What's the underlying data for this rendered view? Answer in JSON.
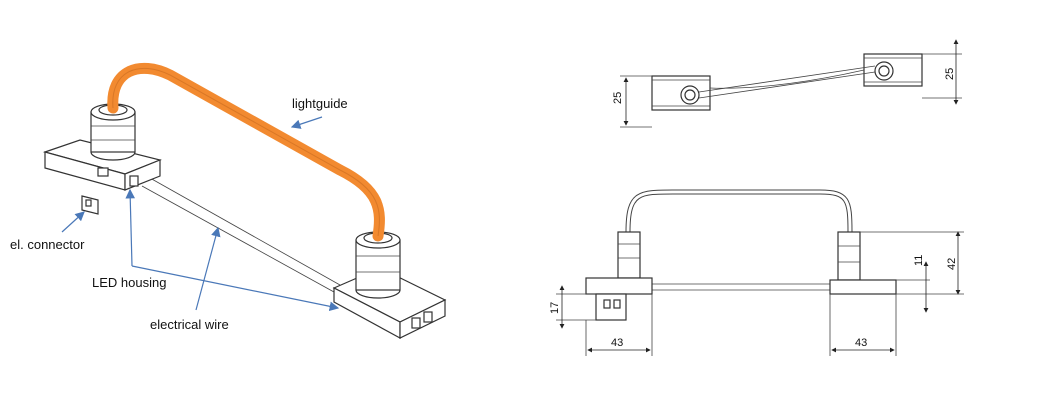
{
  "labels": {
    "lightguide": "lightguide",
    "connector": "el. connector",
    "led_housing": "LED housing",
    "wire": "electrical wire"
  },
  "dimensions": {
    "top_left_height": "25",
    "top_right_height": "25",
    "side_left_height": "17",
    "side_right_small": "11",
    "side_right_total": "42",
    "side_left_width": "43",
    "side_right_width": "43"
  },
  "colors": {
    "lightguide": "#f28a30",
    "arrow": "#4a78b8",
    "line": "#333333"
  }
}
